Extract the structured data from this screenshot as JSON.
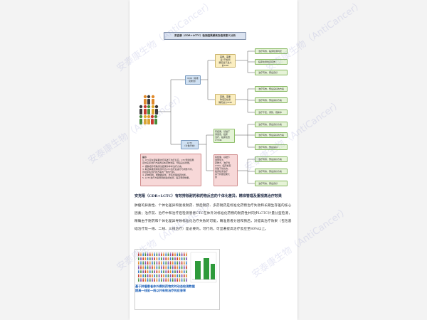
{
  "diagram": {
    "title": "安吉康（CDR+LCTC）检测结果解读及临床意义分析",
    "cdr_node": "CDR（基准\n克隆池）",
    "lctc_node": "LCTC\n（计量疗效）",
    "yellow_1": "需要，需要\n第1节检测\n确定是不是大\n的CDR",
    "yellow_2": "需要，需要\n降低及检测\n确定是大CDR",
    "green_mid": "有结果，基础下\n测量值，临床\n治疗，临床检查\nCT/MR",
    "pink_mid": "有结果，基础下\n测量值大，\n药物大，治疗判\nCT/M，临床检查\n基础下优化的，\n临床检测治疗\n基于判断结果大\n的",
    "leaves": [
      "治疗有效，临床检测判定",
      "临床检测判定有效",
      "治疗有效，预后良好",
      "治疗有效，预后良好的方案",
      "治疗有效，预后良好方案",
      "治疗不佳，调整，观察中",
      "治疗有效，预后良好方案",
      "治疗有效，预后良好的方案",
      "治疗有效，预后良好",
      "治疗有效，预后良好方案",
      "治疗有效，预后良好方案",
      "治疗有效，预后良好"
    ],
    "note_title": "提示",
    "note_lines": [
      "1. CTC可在观察期治疗基础下治疗反应，CTC预测结果",
      "   定时实际治疗方案的基本药物浓度，预后良好判断。",
      "2. 细胞培养药敏测试结果作参考治疗方案。",
      "3. 联合精准药物检测可达CTC治疗后进行与调整不同，",
      "   及时评估治疗的方案的一致性分析。",
      "4. 药物机制，细胞敏感性，亦有合理用药判断。",
      "5. LCTC治疗方案预测的最终检测，提高预测效果。"
    ]
  },
  "summary": {
    "heading": "安克眠（CDR+LCTC）有效排除耐药和药物反应的个体化差异，精准管理及重视高治疗效果",
    "body": "肿瘤的异质性、个体化差异和复发耐药、预后耐药、多药耐药是标准化药物治疗失败和长期生存差的核心因素；治疗前、治疗中和治疗后检测患者CTC在体外对标准化药物的耐药性并同步LCTC计量分型检测，精确由于耐药和个体化差异导致标准化治疗失败的可能，精准患者分层和预后，对提高治疗效果（包括基础治疗及一线、二线、三线治疗）是必要的。可行的，可显著提高治疗反应至80%以上。"
  },
  "thumbnail": {
    "caption_line1": "基于肿瘤患者体外模拟药物实时动态检测数据",
    "caption_line2": "提高一线至一线以并有效治疗的应答率"
  },
  "watermark": "安泰康生物（AntiCancer）",
  "colors": {
    "line": "#555555",
    "accent_blue": "#1b5fb8"
  }
}
